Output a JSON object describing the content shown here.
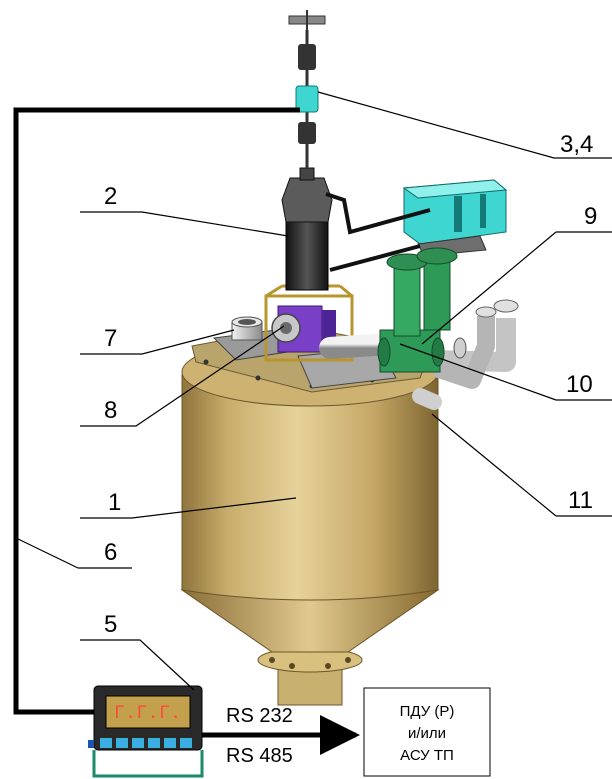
{
  "callouts": {
    "c1": "1",
    "c2": "2",
    "c34": "3,4",
    "c5": "5",
    "c6": "6",
    "c7": "7",
    "c8": "8",
    "c9": "9",
    "c10": "10",
    "c11": "11"
  },
  "display": {
    "readout": "Г.Г.Г."
  },
  "interfaces": {
    "rs232": "RS 232",
    "rs485": "RS 485"
  },
  "target_box": {
    "line1": "ПДУ (Р)",
    "line2": "и/или",
    "line3": "АСУ ТП"
  },
  "colors": {
    "tank_body": "#d8be7c",
    "tank_shadow": "#a88b4c",
    "cyan_motor": "#3fd6d2",
    "green_valves": "#2e9a58",
    "purple_block": "#7a3fc7",
    "pipes": "#c8c8c8",
    "cable": "#000000"
  }
}
